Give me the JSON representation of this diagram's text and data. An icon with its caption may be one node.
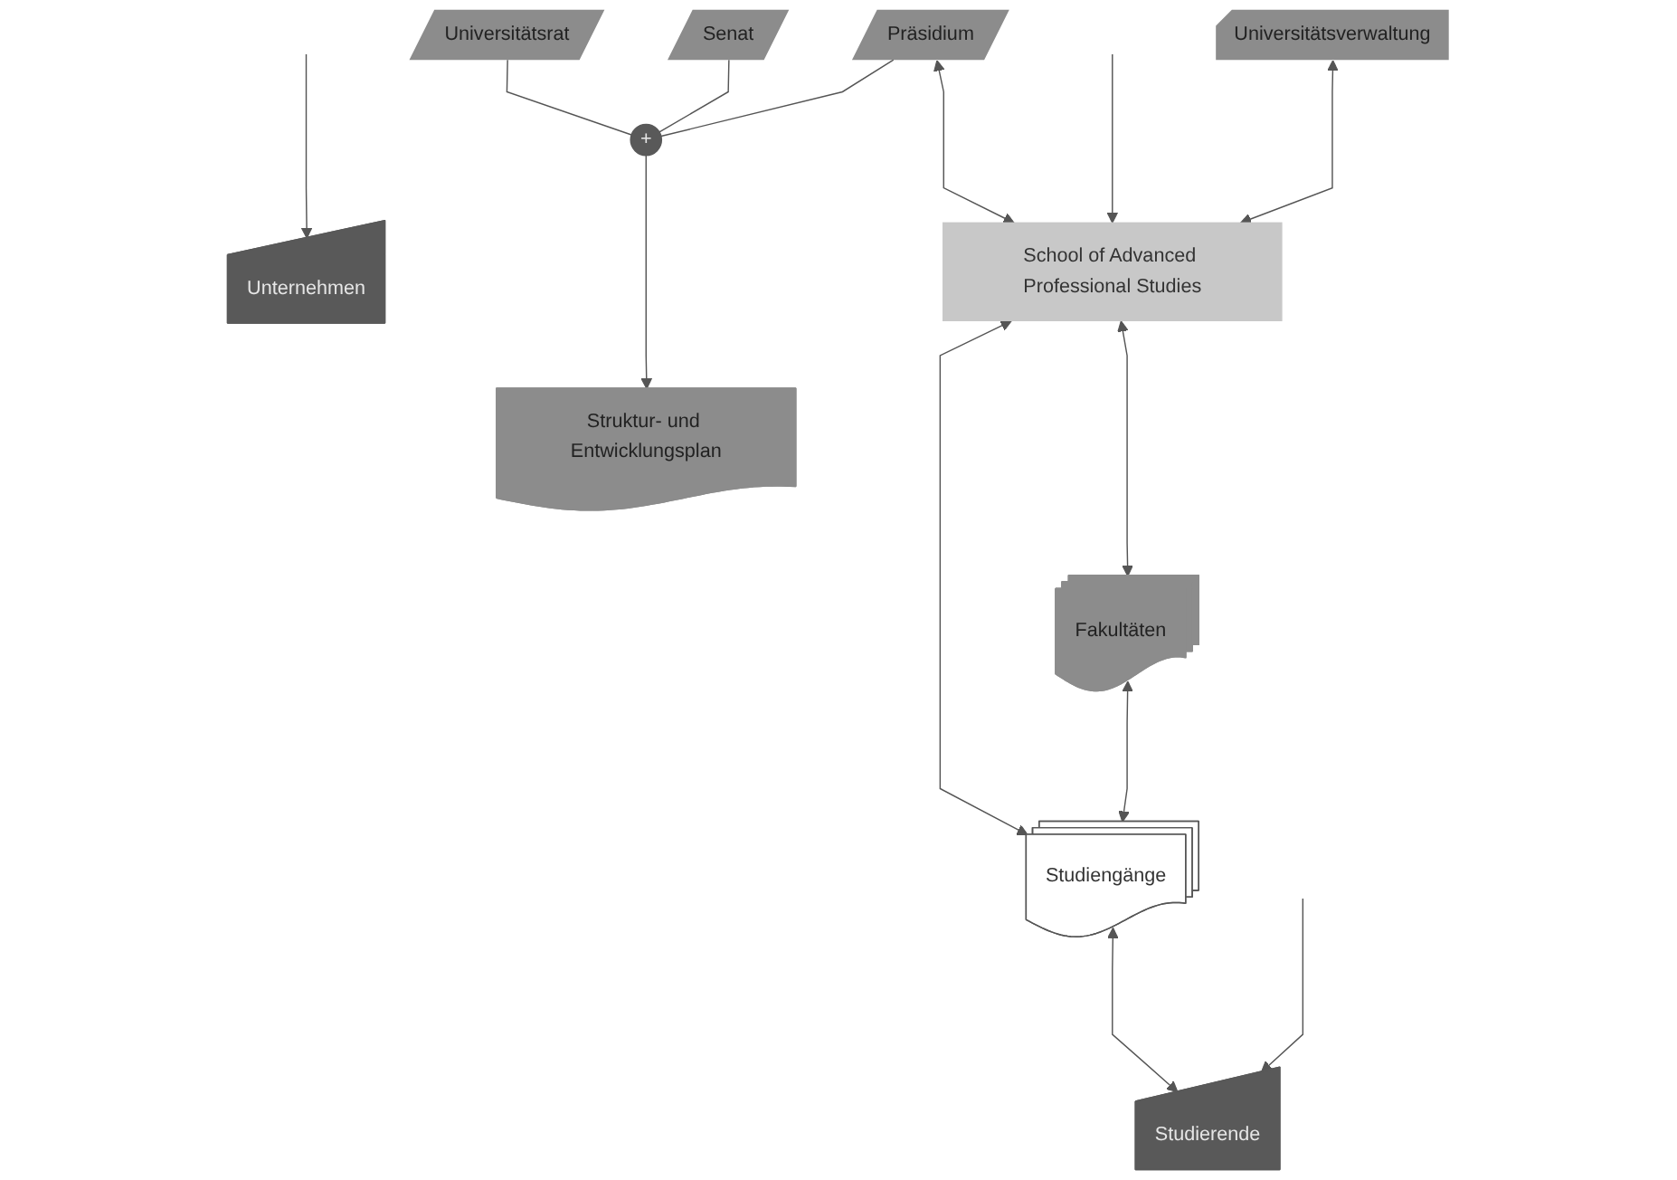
{
  "diagram": {
    "nodes": [
      {
        "text": [
          "Universitätsrat"
        ]
      },
      {
        "text": [
          "Senat"
        ]
      },
      {
        "text": [
          "Präsidium"
        ]
      },
      {
        "text": [
          "+"
        ]
      },
      {
        "text": [
          "Struktur- und Entwicklungsplan"
        ]
      },
      {
        "text": [
          "Unternehmen"
        ]
      },
      {
        "text": [
          "School of Advanced Professional Studies"
        ]
      },
      {
        "text": [
          "Universitätsverwaltung"
        ]
      },
      {
        "text": [
          "Fakultäten"
        ]
      },
      {
        "text": [
          "Studiengänge"
        ]
      },
      {
        "text": [
          "Studierende"
        ]
      }
    ],
    "edges": [
      {
        "from": 0,
        "to": 3,
        "arrow": "none"
      },
      {
        "from": 1,
        "to": 3,
        "arrow": "none"
      },
      {
        "from": 2,
        "to": 3,
        "arrow": "none"
      },
      {
        "from": 3,
        "to": 4,
        "arrow": "to"
      },
      {
        "from": 2,
        "to": 6,
        "arrow": "both"
      },
      {
        "from": null,
        "to": 5,
        "arrow": "to"
      },
      {
        "from": null,
        "to": 6,
        "arrow": "to"
      },
      {
        "from": 7,
        "to": 6,
        "arrow": "both"
      },
      {
        "from": 6,
        "to": 8,
        "arrow": "both"
      },
      {
        "from": 6,
        "to": 9,
        "arrow": "both"
      },
      {
        "from": 8,
        "to": 9,
        "arrow": "both"
      },
      {
        "from": 9,
        "to": 10,
        "arrow": "both"
      },
      {
        "from": null,
        "to": 10,
        "arrow": "to"
      }
    ]
  }
}
